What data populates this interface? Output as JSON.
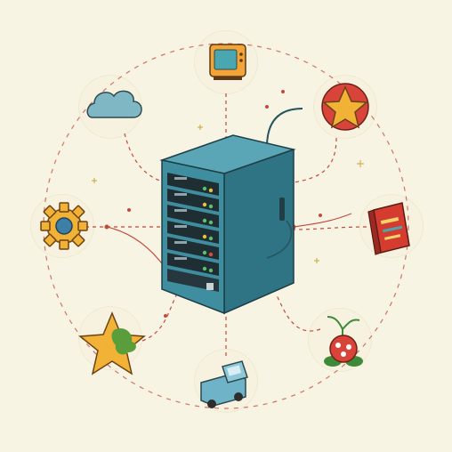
{
  "diagram": {
    "type": "hub-and-spoke",
    "hub": {
      "icon": "server-rack-icon"
    },
    "satellites": [
      {
        "id": "tv",
        "icon": "retro-tv-icon"
      },
      {
        "id": "star",
        "icon": "star-icon"
      },
      {
        "id": "book",
        "icon": "red-book-icon"
      },
      {
        "id": "plant",
        "icon": "piranha-plant-icon"
      },
      {
        "id": "truck",
        "icon": "truck-icon"
      },
      {
        "id": "star-map",
        "icon": "star-map-icon"
      },
      {
        "id": "gear",
        "icon": "gear-icon"
      },
      {
        "id": "cloud",
        "icon": "cloud-icon"
      }
    ],
    "colors": {
      "background": "#f7f4e4",
      "connector": "#c24a3a",
      "server_body": "#3f8ea0",
      "server_dark": "#26545f",
      "led_green": "#5cc06a",
      "led_yellow": "#e7c23a",
      "led_red": "#d94a3a"
    }
  }
}
